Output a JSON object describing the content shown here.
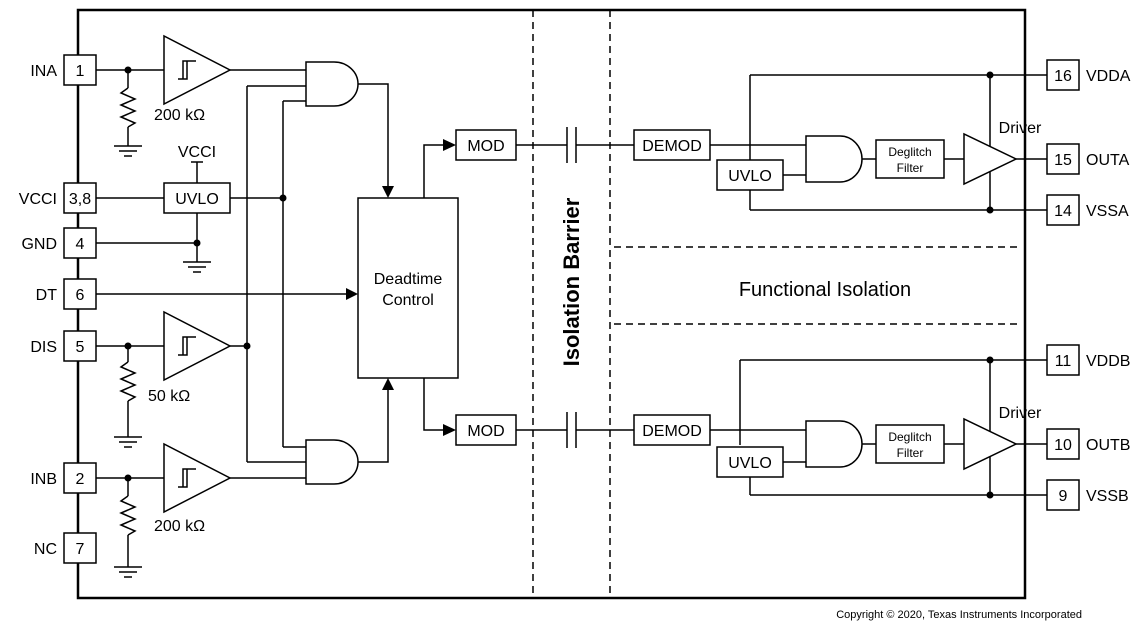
{
  "pins": {
    "ina": {
      "name": "INA",
      "num": "1"
    },
    "vcci": {
      "name": "VCCI",
      "num": "3,8"
    },
    "gnd": {
      "name": "GND",
      "num": "4"
    },
    "dt": {
      "name": "DT",
      "num": "6"
    },
    "dis": {
      "name": "DIS",
      "num": "5"
    },
    "inb": {
      "name": "INB",
      "num": "2"
    },
    "nc": {
      "name": "NC",
      "num": "7"
    },
    "vdda": {
      "name": "VDDA",
      "num": "16"
    },
    "outa": {
      "name": "OUTA",
      "num": "15"
    },
    "vssa": {
      "name": "VSSA",
      "num": "14"
    },
    "vddb": {
      "name": "VDDB",
      "num": "11"
    },
    "outb": {
      "name": "OUTB",
      "num": "10"
    },
    "vssb": {
      "name": "VSSB",
      "num": "9"
    }
  },
  "resistors": {
    "ina": "200 kΩ",
    "dis": "50 kΩ",
    "inb": "200 kΩ"
  },
  "blocks": {
    "vcci_supply": "VCCI",
    "uvlo_in": "UVLO",
    "deadtime_line1": "Deadtime",
    "deadtime_line2": "Control",
    "mod_a": "MOD",
    "mod_b": "MOD",
    "demod_a": "DEMOD",
    "demod_b": "DEMOD",
    "uvlo_a": "UVLO",
    "uvlo_b": "UVLO",
    "deglitch_line1": "Deglitch",
    "deglitch_line2": "Filter",
    "driver": "Driver"
  },
  "labels": {
    "isolation_barrier": "Isolation Barrier",
    "functional_isolation": "Functional Isolation",
    "copyright": "Copyright © 2020, Texas Instruments Incorporated"
  }
}
